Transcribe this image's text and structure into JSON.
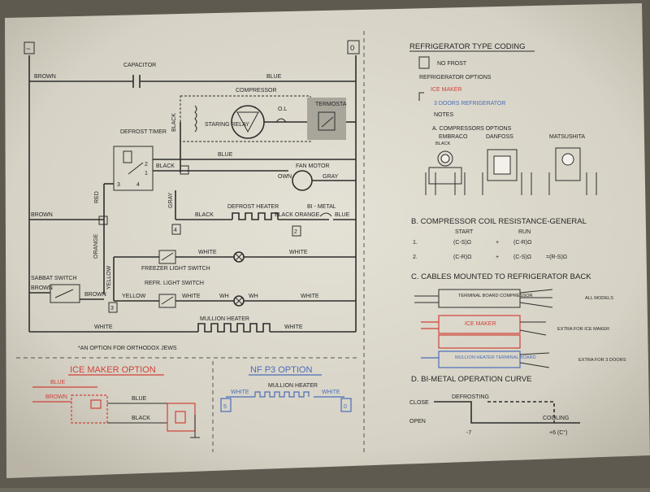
{
  "panel_left": {
    "corner_left_symbol": "~",
    "corner_right_symbol": "0",
    "wire_labels": {
      "brown_top": "BROWN",
      "capacitor": "CAPACITOR",
      "blue_top": "BLUE",
      "compressor": "COMPRESSOR",
      "black_vert": "BLACK",
      "staring_relay": "STARING RELAY",
      "ol": "O.L",
      "termostat": "TERMOSTA",
      "defrost_timer": "DEFROST TIMER",
      "blue_mid": "BLUE",
      "black_timer": "BLACK",
      "term_2": "2",
      "term_1": "1",
      "term_3": "3",
      "term_4": "4",
      "fan_motor": "FAN MOTOR",
      "own": "OWN",
      "gray_fan": "GRAY",
      "red_vert": "RED",
      "gray_vert": "GRAY",
      "defrost_heater": "DEFROST HEATER",
      "bi_metal": "BI - METAL",
      "brown_left": "BROWN",
      "black_heater": "BLACK",
      "black_orange": "BLACK ORANGE",
      "blue_bimetal": "BLUE",
      "box_4": "4",
      "box_2": "2",
      "orange_vert": "ORANGE",
      "white_1a": "WHITE",
      "white_1b": "WHITE",
      "freezer_light_switch": "FREEZER LIGHT SWITCH",
      "sabbat_switch": "SABBAT SWITCH",
      "brown_sabbat": "BROWN",
      "yellow_vert": "YELLOW",
      "refr_light_switch": "REFR. LIGHT SWITCH",
      "brown_low": "BROWN",
      "yellow_low": "YELLOW",
      "white_2a": "WHITE",
      "wh_a": "WH",
      "wh_b": "WH",
      "white_2b": "WHITE",
      "box_3": "3",
      "mullion_heater": "MULLION HEATER",
      "white_3a": "WHITE",
      "white_3b": "WHITE"
    },
    "footnote": "*AN OPTION FOR ORTHODOX JEWS",
    "ice_maker": {
      "title": "ICE MAKER OPTION",
      "blue_red": "BLUE",
      "brown": "BROWN",
      "blue": "BLUE",
      "black": "BLACK"
    },
    "nf_p3": {
      "title": "NF P3 OPTION",
      "mullion_heater": "MULLION HEATER",
      "white_a": "WHITE",
      "white_b": "WHITE",
      "box_5": "5",
      "box_0": "0"
    }
  },
  "panel_right": {
    "type_coding_title": "REFRIGERATOR TYPE CODING",
    "no_frost": "NO FROST",
    "refrigerator_options": "REFRIGERATOR OPTIONS",
    "ice_maker": "ICE MAKER",
    "doors_refrigerator": "3 DOORS REFRIGERATOR",
    "notes": "NOTES",
    "compressor_options": "A. COMPRESSORS OPTIONS",
    "brand_embraco": "EMBRACO",
    "brand_danfoss": "DANFOSS",
    "brand_matsushita": "MATSUSHITA",
    "black_label": "BLACK",
    "coil_resistance_title": "B. COMPRESSOR COIL RESISTANCE-GENERAL",
    "start": "START",
    "run": "RUN",
    "row1_num": "1.",
    "row1_start": "(C-S)Ω",
    "row1_run": "(C-R)Ω",
    "row2_num": "2.",
    "row2_start": "(C-R)Ω",
    "row2_run": "(C-S)Ω",
    "row2_total": "=(R-S)Ω",
    "plus_a": "+",
    "plus_b": "+",
    "cables_title": "C. CABLES MOUNTED TO REFRIGERATOR BACK",
    "cable_terminal_compressor": "TERMINAL BOARD COMPRESSOR",
    "cable_ice_maker": "ICE MAKER",
    "cable_mullion": "MULLION HEATER TERMINAL BOARD",
    "all_models": "ALL MODELS",
    "extra_ice": "EXTRA FOR ICE MAKER",
    "extra_doors": "EXTRA FOR 3 DOORS",
    "bimetal_title": "D. BI-METAL OPERATION CURVE",
    "close": "CLOSE",
    "open": "OPEN",
    "defrosting": "DEFROSTING",
    "cooling": "COOLING",
    "temp_left": "-7",
    "temp_right": "+6 (C°)"
  },
  "colors": {
    "paper": "#d9d6cb",
    "ink": "#2d2d2d",
    "red": "#d0423a",
    "blue": "#4b6db8"
  }
}
